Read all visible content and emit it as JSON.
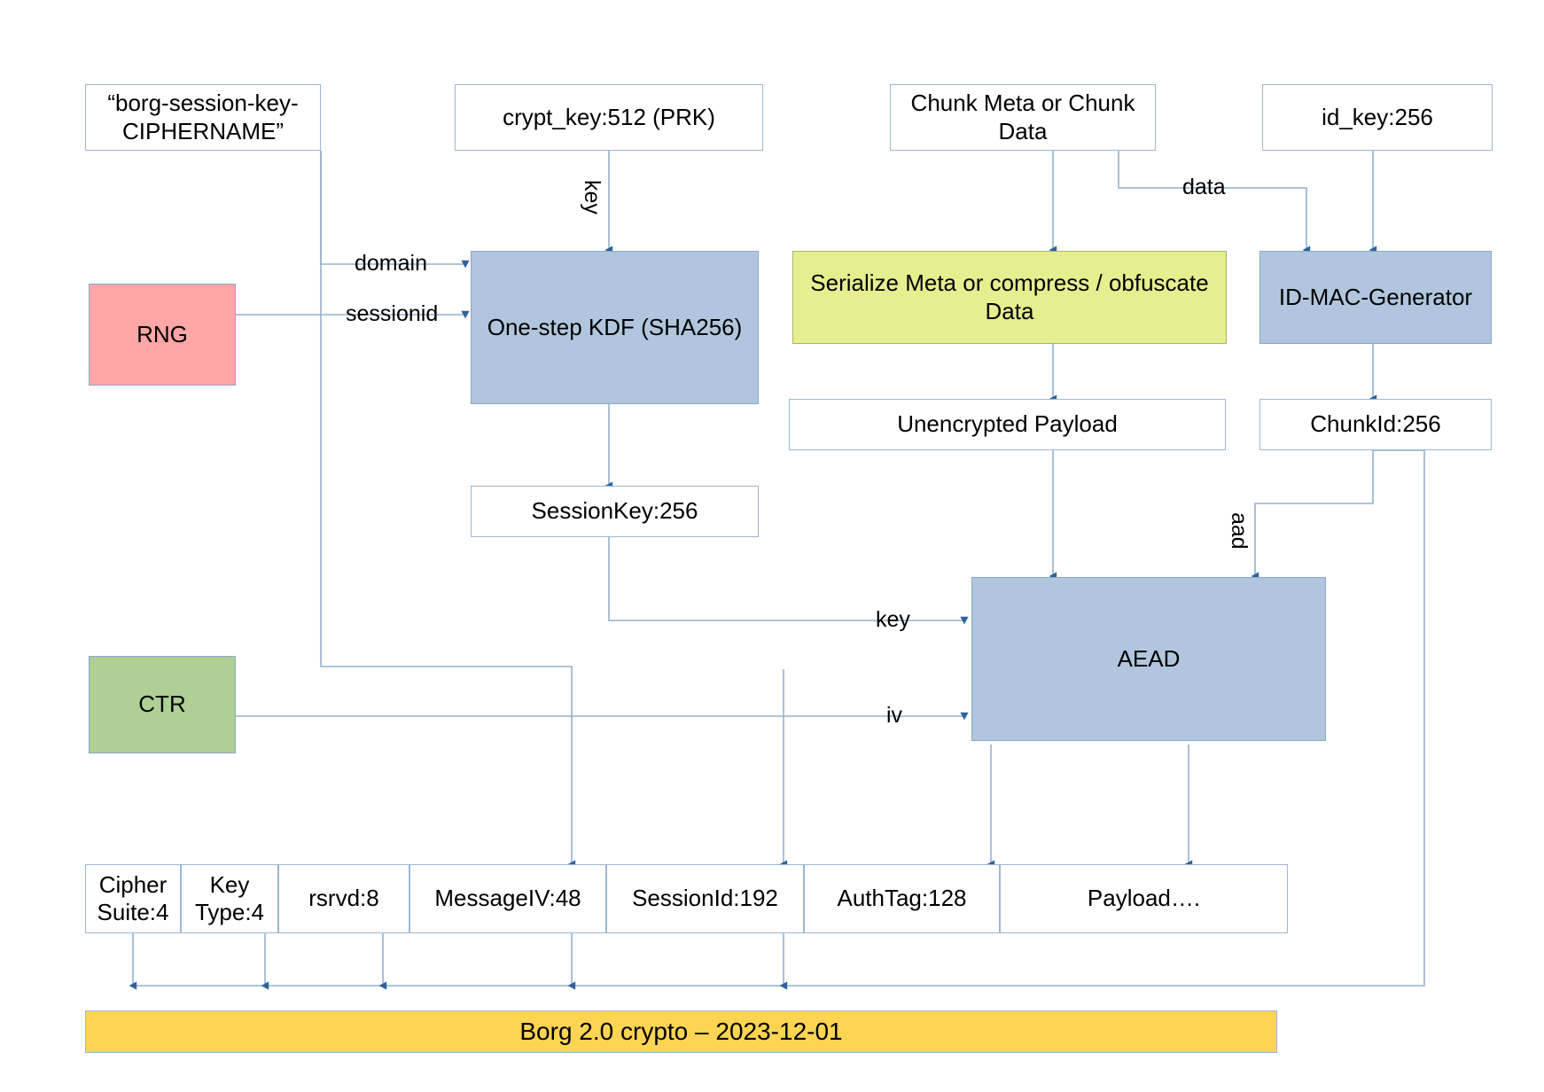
{
  "diagram": {
    "title_bar": {
      "label": "Borg 2.0 crypto – 2023-12-01",
      "color": "#ffd452"
    },
    "nodes": {
      "domain_const": {
        "label": "“borg-session-key-CIPHERNAME”",
        "color": "#ffffff"
      },
      "crypt_key": {
        "label": "crypt_key:512 (PRK)",
        "color": "#ffffff"
      },
      "chunk_input": {
        "label": "Chunk Meta or Chunk Data",
        "color": "#ffffff"
      },
      "id_key": {
        "label": "id_key:256",
        "color": "#ffffff"
      },
      "rng": {
        "label": "RNG",
        "color": "#ffa6a6"
      },
      "ctr": {
        "label": "CTR",
        "color": "#aed095"
      },
      "kdf": {
        "label": "One-step KDF (SHA256)",
        "color": "#b1c6de"
      },
      "serialize": {
        "label": "Serialize Meta or compress / obfuscate Data",
        "color": "#e6ee8f"
      },
      "idmac": {
        "label": "ID-MAC-Generator",
        "color": "#b1c6de"
      },
      "session_key": {
        "label": "SessionKey:256",
        "color": "#ffffff"
      },
      "unenc_payload": {
        "label": "Unencrypted Payload",
        "color": "#ffffff"
      },
      "chunk_id": {
        "label": "ChunkId:256",
        "color": "#ffffff"
      },
      "aead": {
        "label": "AEAD",
        "color": "#b1c6de"
      }
    },
    "edge_labels": {
      "key_to_kdf": "key",
      "domain": "domain",
      "sessionid": "sessionid",
      "data": "data",
      "key_to_aead": "key",
      "iv_to_aead": "iv",
      "aad_to_aead": "aad"
    },
    "packet_fields": [
      {
        "label": "Cipher Suite:4"
      },
      {
        "label": "Key Type:4"
      },
      {
        "label": "rsrvd:8"
      },
      {
        "label": "MessageIV:48"
      },
      {
        "label": "SessionId:192"
      },
      {
        "label": "AuthTag:128"
      },
      {
        "label": "Payload…."
      }
    ]
  }
}
